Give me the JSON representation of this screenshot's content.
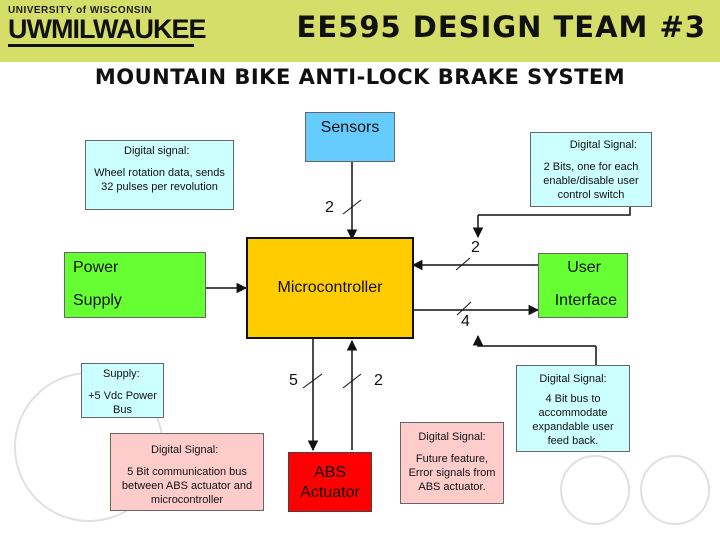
{
  "header": {
    "logo_top": "UNIVERSITY of WISCONSIN",
    "logo_main": "UWMILWAUKEE",
    "title": "EE595 DESIGN TEAM #3"
  },
  "subtitle": "MOUNTAIN BIKE ANTI-LOCK BRAKE SYSTEM",
  "blocks": {
    "sensors": "Sensors",
    "microcontroller": "Microcontroller",
    "power_line1": "Power",
    "power_line2": "Supply",
    "user_line1": "User",
    "user_line2": "Interface",
    "abs_line1": "ABS",
    "abs_line2": "Actuator"
  },
  "notes": {
    "sensor_signal": {
      "title": "Digital signal:",
      "body": "Wheel rotation data, sends 32 pulses per revolution"
    },
    "user_signal": {
      "title": "Digital Signal:",
      "body": "2 Bits, one for each enable/disable user control switch"
    },
    "supply": {
      "title": "Supply:",
      "body": "+5 Vdc Power Bus"
    },
    "actuator_bus": {
      "title": "Digital Signal:",
      "body": "5 Bit communication bus between ABS actuator and microcontroller"
    },
    "error_signal": {
      "title": "Digital Signal:",
      "body": "Future feature, Error signals from ABS actuator."
    },
    "expand_bus": {
      "title": "Digital Signal:",
      "body": "4 Bit bus to accommodate expandable user feed back."
    }
  },
  "bus_widths": {
    "sensors_to_mc": "2",
    "user_to_mc": "2",
    "mc_to_user": "4",
    "mc_to_abs": "5",
    "abs_to_mc": "2"
  },
  "colors": {
    "header_bg": "#d6de6a",
    "sensors": "#66ccff",
    "microcontroller": "#ffcc00",
    "green": "#66ff33",
    "cyan_note": "#ccffff",
    "pink_note": "#ffcccc",
    "abs": "#ff0000"
  }
}
